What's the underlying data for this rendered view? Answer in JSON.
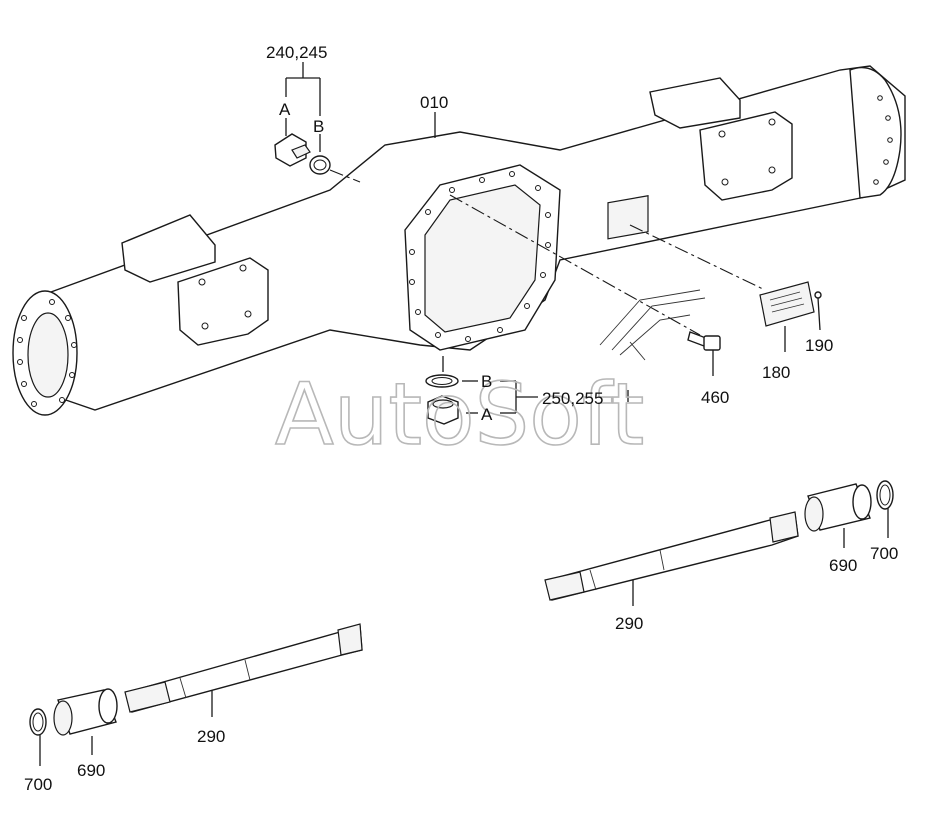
{
  "labels": {
    "housing": "010",
    "plug_top_ref": "240,245",
    "plug_top_a": "A",
    "plug_top_b": "B",
    "plug_bottom_ref": "250,255",
    "plug_bottom_a": "A",
    "plug_bottom_b": "B",
    "plate": "180",
    "rivet": "190",
    "bolt": "460",
    "shaft_right": "290",
    "shaft_left": "290",
    "bearing_right": "690",
    "bearing_left": "690",
    "ring_right": "700",
    "ring_left": "700"
  },
  "watermark": "AutoSoft"
}
